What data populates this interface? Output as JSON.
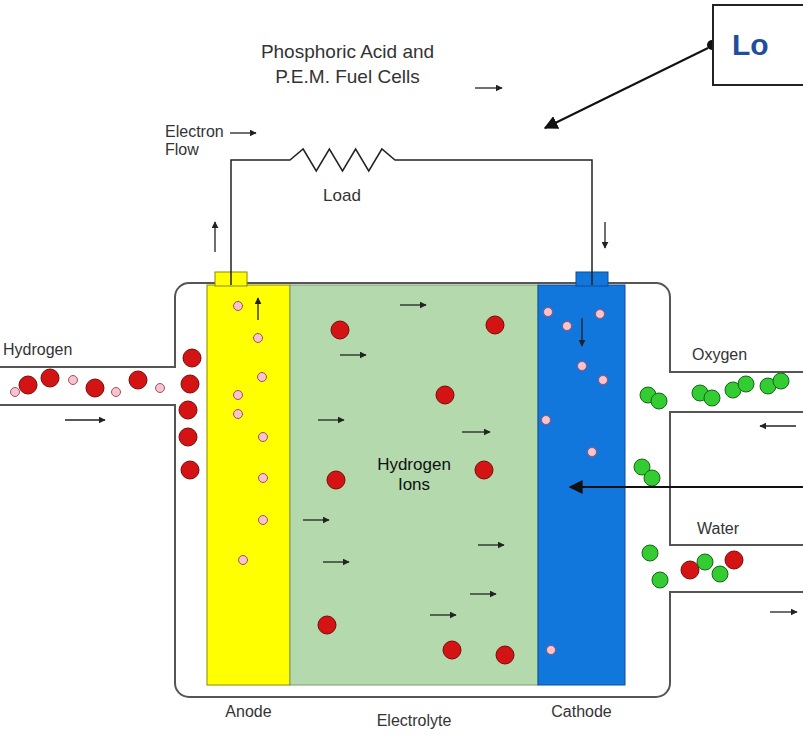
{
  "diagram": {
    "title": "Phosphoric Acid and P.E.M. Fuel Cells",
    "nodes": [
      {
        "text": [
          "Lo"
        ]
      },
      {
        "text": [
          "Anode"
        ]
      },
      {
        "text": [
          "Hydrogen Ions",
          "Electrolyte"
        ]
      },
      {
        "text": [
          "Cathode"
        ]
      }
    ],
    "edges": [
      {
        "from": 1,
        "to": 3,
        "arrow": "none",
        "label": "Load"
      }
    ],
    "labels": [
      "Electron Flow",
      "Hydrogen",
      "Oxygen",
      "Water"
    ]
  }
}
